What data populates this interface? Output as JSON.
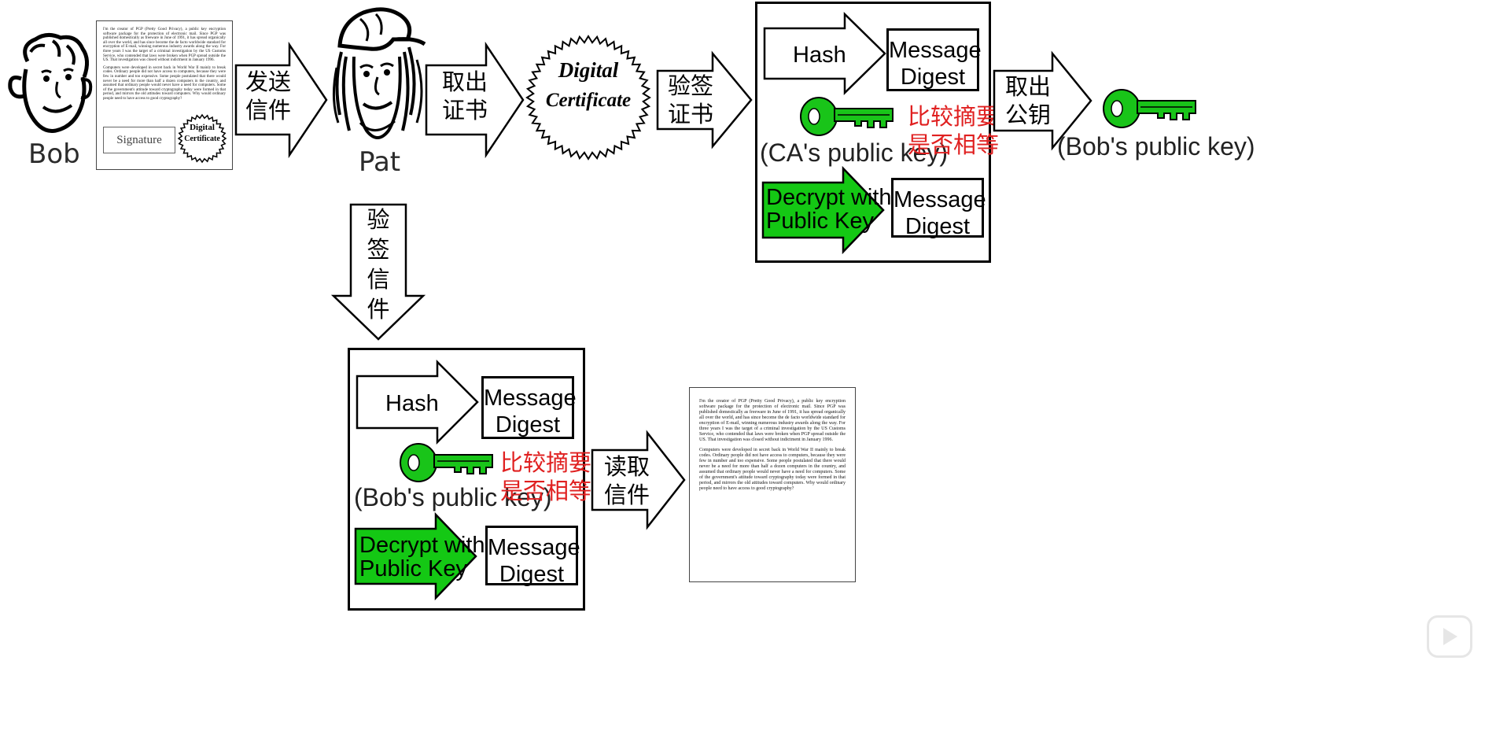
{
  "people": {
    "bob": "Bob",
    "pat": "Pat"
  },
  "letter_paragraph_1": "I'm the creator of PGP (Pretty Good Privacy), a public key encryption software package for the protection of electronic mail. Since PGP was published domestically as freeware in June of 1991, it has spread organically all over the world, and has since become the de facto worldwide standard for encryption of E-mail, winning numerous industry awards along the way. For three years I was the target of a criminal investigation by the US Customs Service, who contended that laws were broken when PGP spread outside the US. That investigation was closed without indictment in January 1996.",
  "letter_paragraph_2": "Computers were developed in secret back in World War II mainly to break codes. Ordinary people did not have access to computers, because they were few in number and too expensive. Some people postulated that there would never be a need for more than half a dozen computers in the country, and assumed that ordinary people would never have a need for computers. Some of the government's attitude toward cryptography today were formed in that period, and mirrors the old attitudes toward computers. Why would ordinary people need to have access to good cryptography?",
  "bob_letter": {
    "signature_label": "Signature",
    "seal_line_1": "Digital",
    "seal_line_2": "Certificate"
  },
  "seal_big": {
    "line_1": "Digital",
    "line_2": "Certificate"
  },
  "arrows": {
    "send_letter": [
      "发送",
      "信件"
    ],
    "take_cert": [
      "取出",
      "证书"
    ],
    "verify_cert": [
      "验签",
      "证书"
    ],
    "take_pubkey": [
      "取出",
      "公钥"
    ],
    "verify_letter": [
      "验",
      "签",
      "信",
      "件"
    ],
    "read_letter": [
      "读取",
      "信件"
    ]
  },
  "top_panel": {
    "hash_label": "Hash",
    "digest_top": [
      "Message",
      "Digest"
    ],
    "key_caption": "(CA's public key)",
    "compare_text": [
      "比较摘要",
      "是否相等"
    ],
    "decrypt_label": [
      "Decrypt with",
      "Public Key"
    ],
    "digest_bottom": [
      "Message",
      "Digest"
    ]
  },
  "bob_key_caption": "(Bob's public key)",
  "bottom_panel": {
    "hash_label": "Hash",
    "digest_top": [
      "Message",
      "Digest"
    ],
    "key_caption": "(Bob's public key)",
    "compare_text": [
      "比较摘要",
      "是否相等"
    ],
    "decrypt_label": [
      "Decrypt with",
      "Public Key"
    ],
    "digest_bottom": [
      "Message",
      "Digest"
    ]
  },
  "colors": {
    "key_green": "#19c419",
    "decrypt_green": "#14c814",
    "compare_red": "#e02020"
  },
  "icons": {
    "bob": "bob-face-icon",
    "pat": "pat-face-icon",
    "key": "key-icon",
    "play": "play-button-icon"
  }
}
